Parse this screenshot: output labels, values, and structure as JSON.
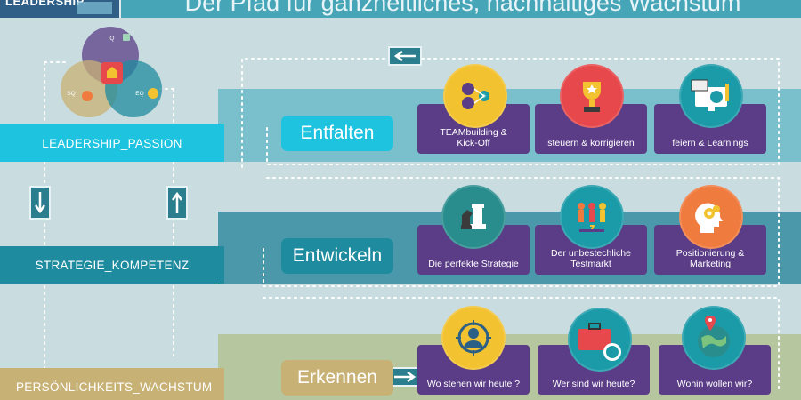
{
  "header": {
    "logo_text": "LEADERSHIP",
    "title": "Der Pfad für ganzheitliches, nachhaltiges Wachstum"
  },
  "venn": {
    "iq": "IQ",
    "sq": "SQ",
    "eq": "EQ"
  },
  "left_labels": [
    "LEADERSHIP_PASSION",
    "STRATEGIE_KOMPETENZ",
    "PERSÖNLICHKEITS_WACHSTUM"
  ],
  "stages": [
    {
      "label": "Entfalten",
      "cards": [
        {
          "label": "TEAMbuilding &\nKick-Off",
          "icon": "team-network-icon",
          "color": "#f2c230"
        },
        {
          "label": "steuern & korrigieren",
          "icon": "trophy-icon",
          "color": "#e6484b"
        },
        {
          "label": "feiern & Learnings",
          "icon": "computer-globe-icon",
          "color": "#1b9ba8"
        }
      ]
    },
    {
      "label": "Entwickeln",
      "cards": [
        {
          "label": "Die perfekte Strategie",
          "icon": "chess-icon",
          "color": "#2a8d8d"
        },
        {
          "label": "Der unbestechliche\nTestmarkt",
          "icon": "people-test-icon",
          "color": "#1b9ba8"
        },
        {
          "label": "Positionierung &\nMarketing",
          "icon": "head-gears-icon",
          "color": "#f07b3f"
        }
      ]
    },
    {
      "label": "Erkennen",
      "cards": [
        {
          "label": "Wo stehen wir heute ?",
          "icon": "person-target-icon",
          "color": "#f2c230"
        },
        {
          "label": "Wer sind wir heute?",
          "icon": "briefcase-globe-icon",
          "color": "#1b9ba8"
        },
        {
          "label": "Wohin wollen wir?",
          "icon": "world-pin-icon",
          "color": "#1b9ba8"
        }
      ]
    }
  ]
}
